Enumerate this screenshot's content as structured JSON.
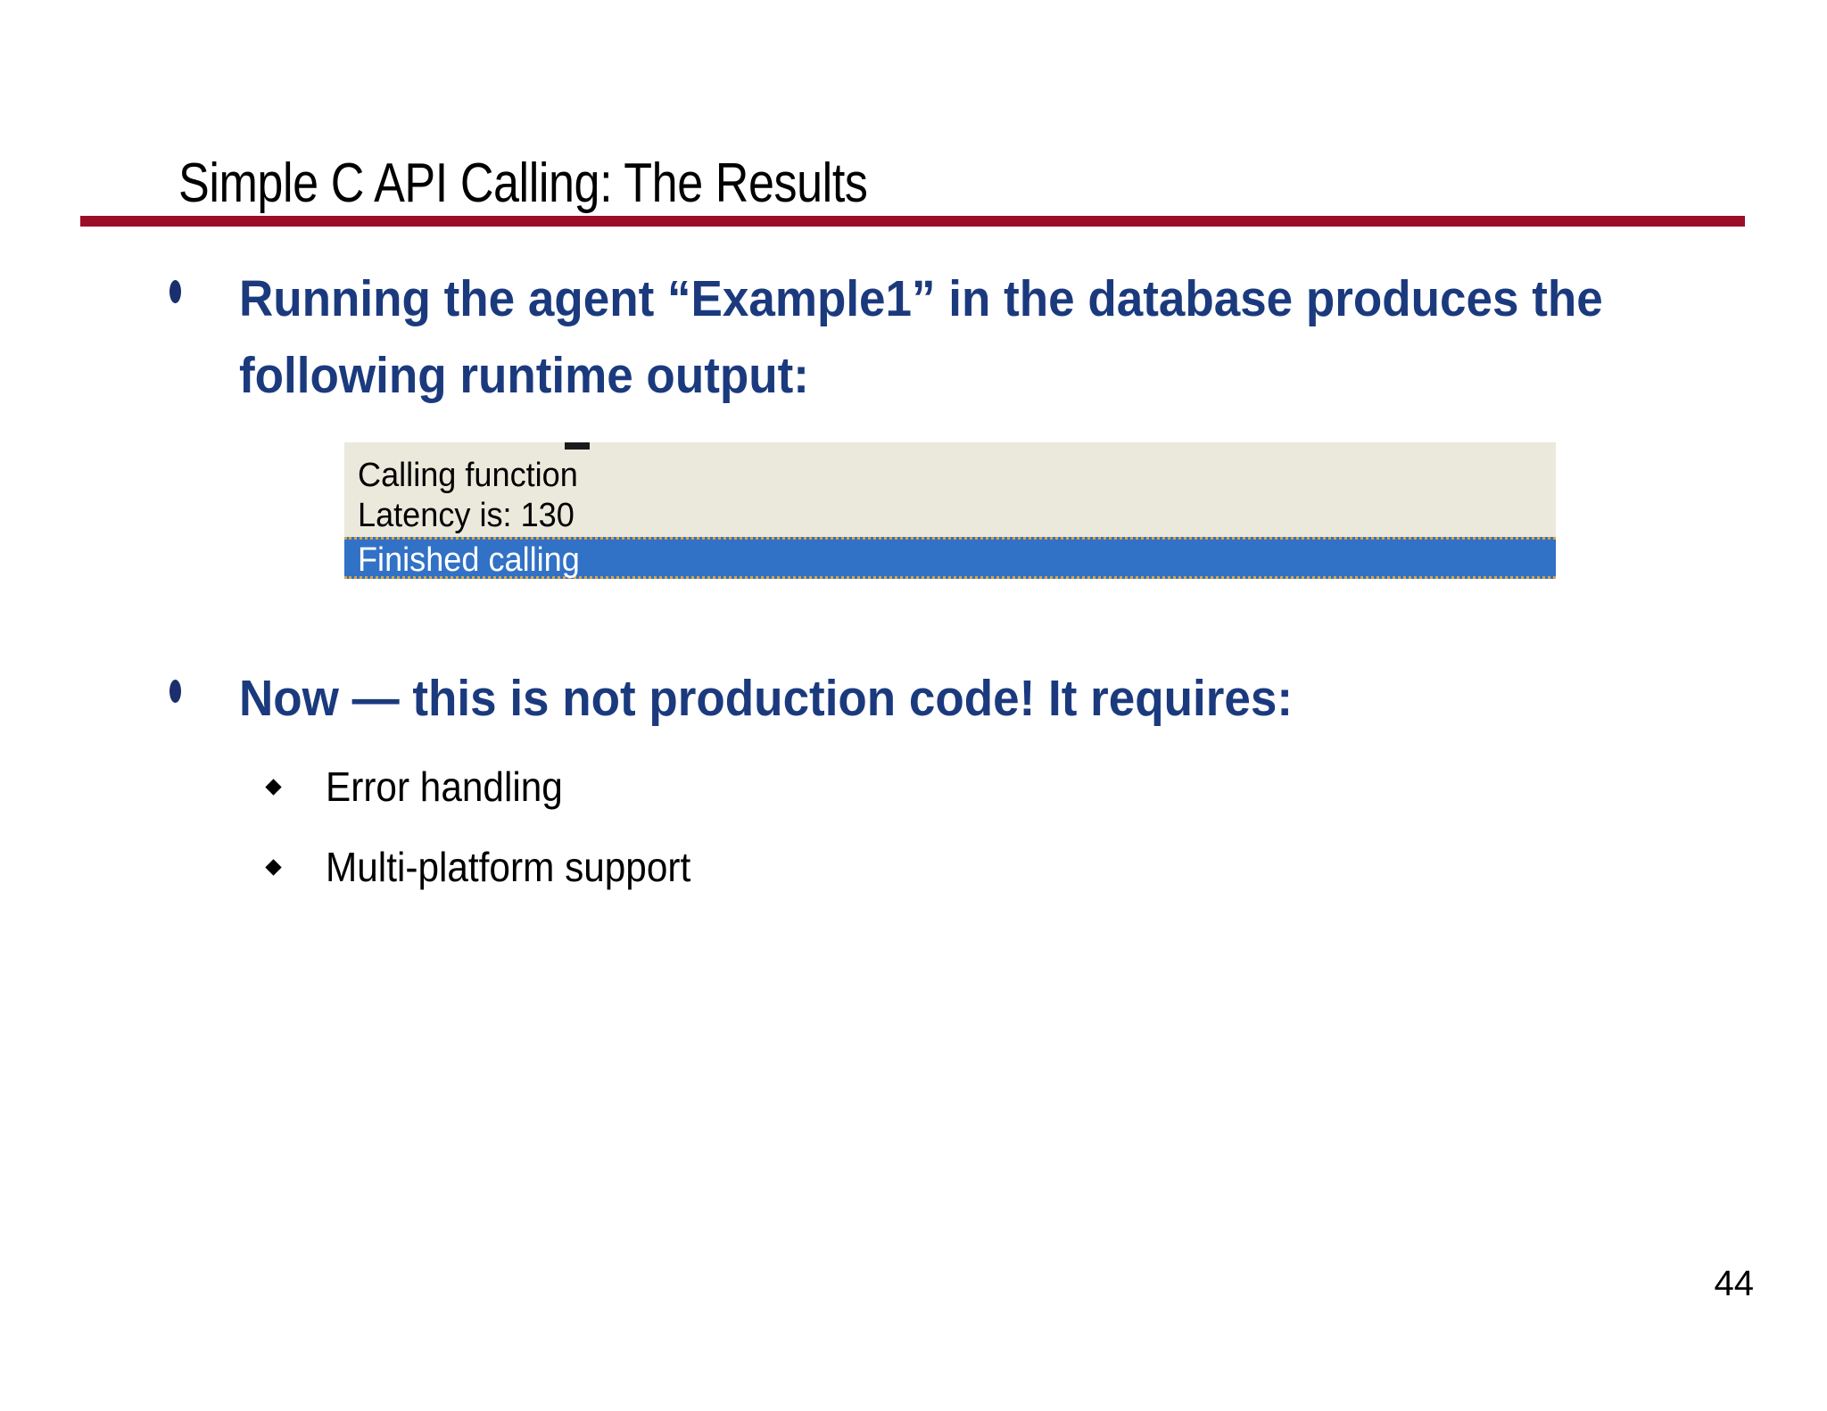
{
  "slide": {
    "title": "Simple C API Calling: The Results",
    "page_number": "44",
    "rule_color": "#9B0E28",
    "body_accent_color": "#1B3A7E"
  },
  "body": {
    "bullets": [
      {
        "level": 1,
        "text": "Running the agent “Example1” in the database produces the following runtime output:",
        "color": "#1B3A7E"
      },
      {
        "level": 1,
        "text": "Now — this is not production code! It requires:",
        "color": "#1B3A7E"
      }
    ],
    "sub_bullets": [
      {
        "level": 2,
        "text": "Error handling",
        "color": "#000000"
      },
      {
        "level": 2,
        "text": "Multi-platform support",
        "color": "#000000"
      }
    ]
  },
  "console": {
    "background": "#EBE9DC",
    "selection_background": "#3171C6",
    "selection_border": "#D9A441",
    "lines": [
      {
        "text": "Calling function",
        "selected": false
      },
      {
        "text": "Latency is: 130",
        "selected": false
      },
      {
        "text": "Finished calling",
        "selected": true
      }
    ]
  }
}
